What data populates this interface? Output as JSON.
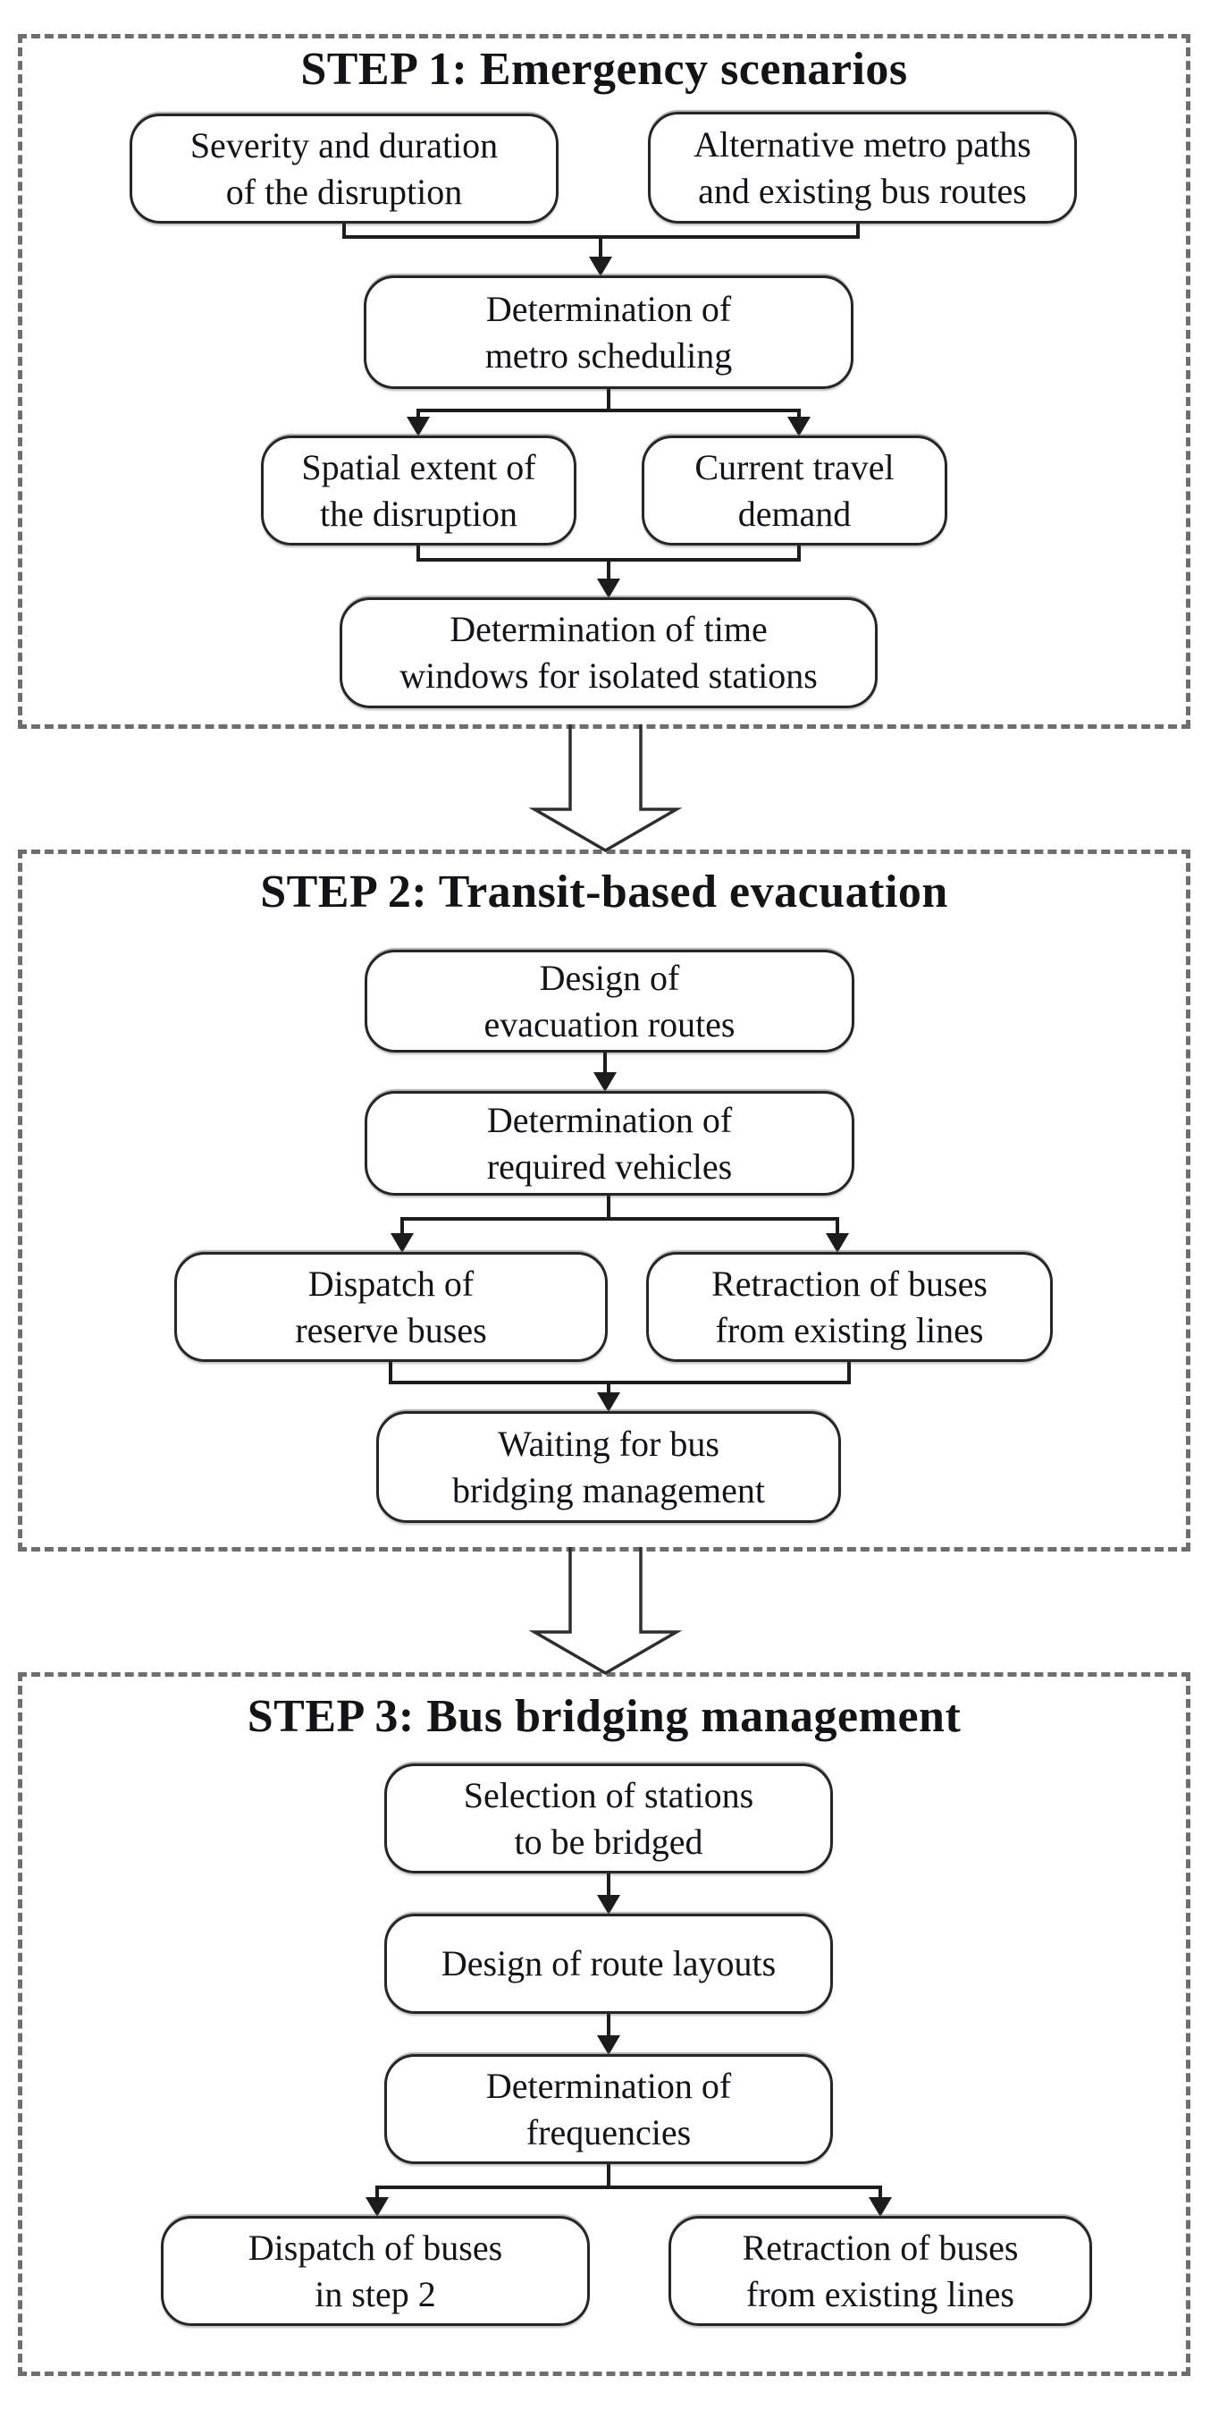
{
  "figure": {
    "description": "Three-step flowchart for metro disruption management"
  },
  "theme": {
    "dash_color": "#6e6e6e",
    "line_color": "#1c1c1c",
    "node_border": "#262626",
    "node_fill": "#ffffff",
    "text_color": "#141418",
    "bg": "#ffffff"
  },
  "steps": [
    {
      "title": "STEP 1: Emergency scenarios",
      "nodes": {
        "severity": "Severity and duration\nof the disruption",
        "alternative": "Alternative metro paths\nand existing bus routes",
        "metro_scheduling": "Determination of\nmetro scheduling",
        "spatial": "Spatial extent of\nthe disruption",
        "travel_demand": "Current travel\ndemand",
        "time_windows": "Determination of time\nwindows for isolated stations"
      }
    },
    {
      "title": "STEP 2: Transit-based evacuation",
      "nodes": {
        "design_routes": "Design of\nevacuation routes",
        "required_vehicles": "Determination of\nrequired vehicles",
        "dispatch_reserve": "Dispatch of\nreserve buses",
        "retraction_existing": "Retraction of buses\nfrom existing lines",
        "waiting": "Waiting for bus\nbridging management"
      }
    },
    {
      "title": "STEP 3: Bus bridging management",
      "nodes": {
        "selection": "Selection of stations\nto be bridged",
        "route_layouts": "Design of route layouts",
        "frequencies": "Determination of\nfrequencies",
        "dispatch_step2": "Dispatch of buses\nin step 2",
        "retraction_existing": "Retraction of buses\nfrom existing lines"
      }
    }
  ]
}
